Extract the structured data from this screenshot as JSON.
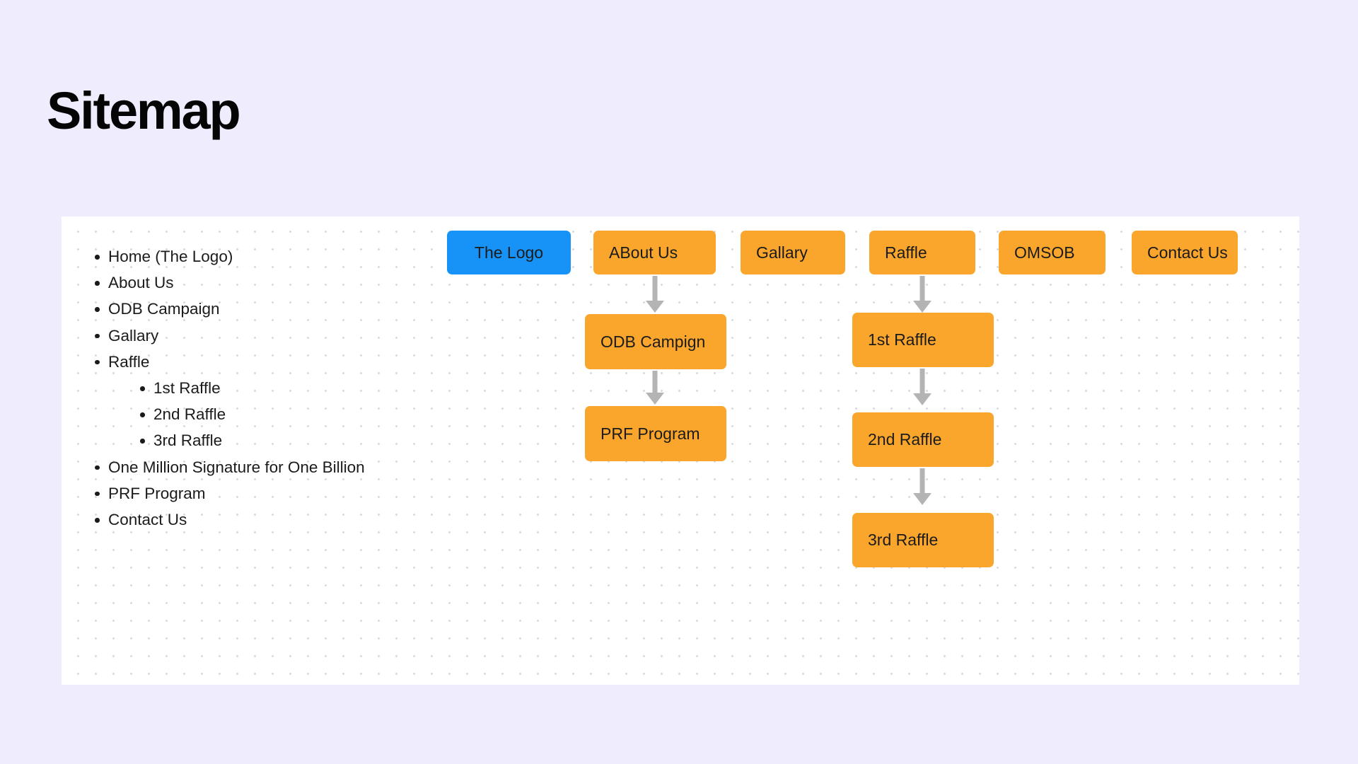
{
  "page": {
    "title": "Sitemap",
    "background_color": "#EFEDFD",
    "canvas_color": "#FFFFFF"
  },
  "colors": {
    "node_default": "#FAA62D",
    "node_highlight": "#1793F7",
    "arrow": "#B4B4B4",
    "text": "#1B1B1B"
  },
  "outline": {
    "items": [
      {
        "label": "Home (The Logo)"
      },
      {
        "label": "About Us"
      },
      {
        "label": "ODB Campaign"
      },
      {
        "label": "Gallary"
      },
      {
        "label": "Raffle",
        "children": [
          {
            "label": "1st Raffle"
          },
          {
            "label": "2nd Raffle"
          },
          {
            "label": "3rd Raffle"
          }
        ]
      },
      {
        "label": "One Million Signature for One Billion"
      },
      {
        "label": "PRF Program"
      },
      {
        "label": "Contact Us"
      }
    ]
  },
  "diagram": {
    "type": "sitemap-flowchart",
    "nodes": [
      {
        "id": "the-logo",
        "label": "The Logo",
        "color": "#1793F7",
        "row": 1,
        "column": 1
      },
      {
        "id": "about-us",
        "label": "ABout Us",
        "color": "#FAA62D",
        "row": 1,
        "column": 2
      },
      {
        "id": "gallary",
        "label": "Gallary",
        "color": "#FAA62D",
        "row": 1,
        "column": 3
      },
      {
        "id": "raffle",
        "label": "Raffle",
        "color": "#FAA62D",
        "row": 1,
        "column": 4
      },
      {
        "id": "omsob",
        "label": "OMSOB",
        "color": "#FAA62D",
        "row": 1,
        "column": 5
      },
      {
        "id": "contact-us",
        "label": "Contact Us",
        "color": "#FAA62D",
        "row": 1,
        "column": 6
      },
      {
        "id": "odb-campign",
        "label": "ODB Campign",
        "color": "#FAA62D",
        "row": 2,
        "column": 2
      },
      {
        "id": "prf-program",
        "label": "PRF Program",
        "color": "#FAA62D",
        "row": 3,
        "column": 2
      },
      {
        "id": "1st-raffle",
        "label": "1st Raffle",
        "color": "#FAA62D",
        "row": 2,
        "column": 4
      },
      {
        "id": "2nd-raffle",
        "label": "2nd Raffle",
        "color": "#FAA62D",
        "row": 3,
        "column": 4
      },
      {
        "id": "3rd-raffle",
        "label": "3rd Raffle",
        "color": "#FAA62D",
        "row": 4,
        "column": 4
      }
    ],
    "edges": [
      {
        "from": "about-us",
        "to": "odb-campign"
      },
      {
        "from": "odb-campign",
        "to": "prf-program"
      },
      {
        "from": "raffle",
        "to": "1st-raffle"
      },
      {
        "from": "1st-raffle",
        "to": "2nd-raffle"
      },
      {
        "from": "2nd-raffle",
        "to": "3rd-raffle"
      }
    ]
  }
}
